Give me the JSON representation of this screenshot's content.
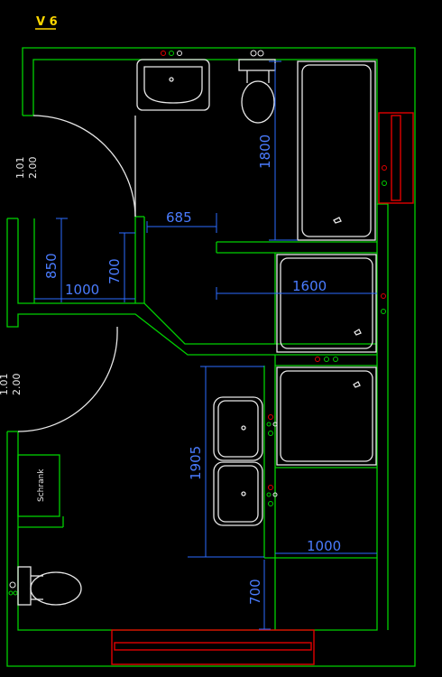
{
  "title": "V 6",
  "doors": [
    {
      "line1": "1.01",
      "line2": "2.00"
    },
    {
      "line1": "1.01",
      "line2": "2.00"
    }
  ],
  "dimensions": {
    "d685": "685",
    "d1800": "1800",
    "d850": "850",
    "d1000_left": "1000",
    "d700_left": "700",
    "d1600": "1600",
    "d1905": "1905",
    "d1000_bottom": "1000",
    "d700_bottom": "700"
  },
  "labels": {
    "cabinet": "Schrank"
  },
  "colors": {
    "walls": "#00d000",
    "fixtures": "#e8e8e8",
    "radiators": "#e00000",
    "dimensions": "#2c6cff",
    "title": "#ffd800"
  }
}
